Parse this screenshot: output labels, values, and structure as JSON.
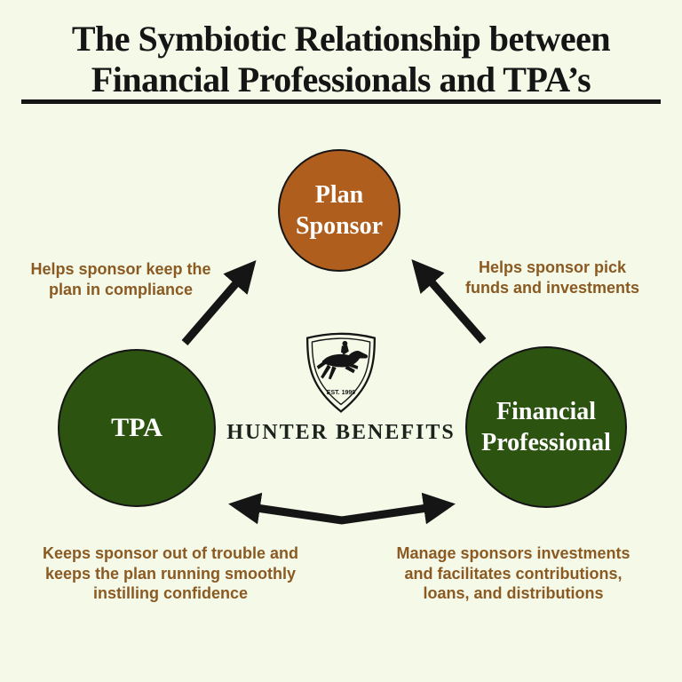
{
  "title": {
    "line1": "The Symbiotic Relationship between",
    "line2": "Financial Professionals and TPA’s"
  },
  "nodes": {
    "plan_sponsor": {
      "lines": [
        "Plan",
        "Sponsor"
      ],
      "color": "#b05e1e"
    },
    "tpa": {
      "lines": [
        "TPA"
      ],
      "color": "#2d5311"
    },
    "financial_professional": {
      "lines": [
        "Financial",
        "Professional"
      ],
      "color": "#2d5311"
    }
  },
  "logo": {
    "name": "HUNTER BENEFITS",
    "established": "EST. 1999",
    "emblem": "jumping-horse-and-rider-shield"
  },
  "annotations": {
    "compliance": {
      "lines": [
        "Helps sponsor keep the",
        "plan in compliance"
      ]
    },
    "funds": {
      "lines": [
        "Helps sponsor pick",
        "funds and investments"
      ]
    },
    "tpa_role": {
      "lines": [
        "Keeps sponsor out of trouble and",
        "keeps the plan running smoothly",
        "instilling confidence"
      ]
    },
    "fp_role": {
      "lines": [
        "Manage sponsors investments",
        "and facilitates contributions,",
        "loans, and distributions"
      ]
    }
  },
  "colors": {
    "background": "#f5f9e8",
    "title_text": "#151515",
    "arrow": "#151515",
    "annotation_text": "#8a5a22",
    "node_text": "#ffffff",
    "plan_sponsor_fill": "#b05e1e",
    "green_fill": "#2d5311"
  }
}
